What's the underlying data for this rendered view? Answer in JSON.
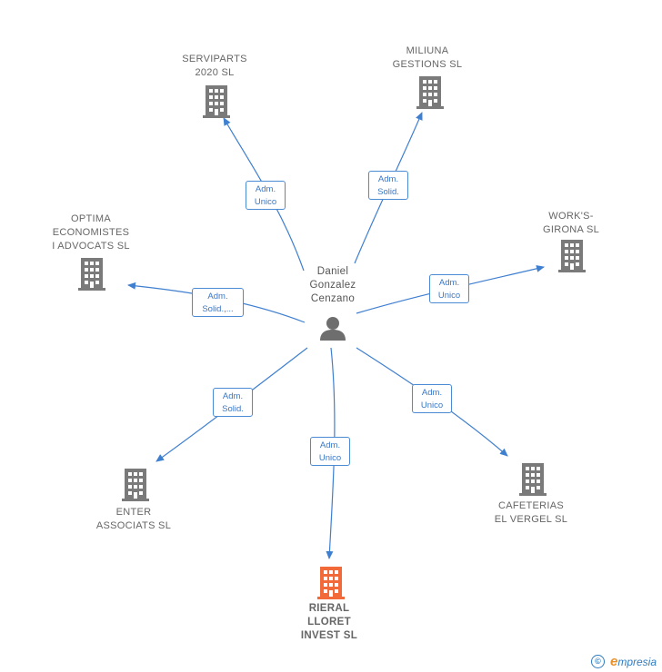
{
  "person": {
    "line1": "Daniel",
    "line2": "Gonzalez",
    "line3": "Cenzano",
    "icon": "person-icon"
  },
  "companies": [
    {
      "line1": "SERVIPARTS",
      "line2": "2020 SL",
      "line3": "",
      "icon": "building-icon",
      "color": "#7a7a7a"
    },
    {
      "line1": "MILIUNA",
      "line2": "GESTIONS SL",
      "line3": "",
      "icon": "building-icon",
      "color": "#7a7a7a"
    },
    {
      "line1": "OPTIMA",
      "line2": "ECONOMISTES",
      "line3": "I ADVOCATS SL",
      "icon": "building-icon",
      "color": "#7a7a7a"
    },
    {
      "line1": "WORK'S-",
      "line2": "GIRONA SL",
      "line3": "",
      "icon": "building-icon",
      "color": "#7a7a7a"
    },
    {
      "line1": "ENTER",
      "line2": "ASSOCIATS SL",
      "line3": "",
      "icon": "building-icon",
      "color": "#7a7a7a"
    },
    {
      "line1": "CAFETERIAS",
      "line2": "EL VERGEL  SL",
      "line3": "",
      "icon": "building-icon",
      "color": "#7a7a7a"
    },
    {
      "line1": "RIERAL",
      "line2": "LLORET",
      "line3": "INVEST  SL",
      "icon": "building-icon",
      "color": "#f26a3a"
    }
  ],
  "roles": [
    {
      "line1": "Adm.",
      "line2": "Unico"
    },
    {
      "line1": "Adm.",
      "line2": "Solid."
    },
    {
      "line1": "Adm.",
      "line2": "Solid.,..."
    },
    {
      "line1": "Adm.",
      "line2": "Unico"
    },
    {
      "line1": "Adm.",
      "line2": "Solid."
    },
    {
      "line1": "Adm.",
      "line2": "Unico"
    },
    {
      "line1": "Adm.",
      "line2": "Unico"
    }
  ],
  "edge_color": "#3f7fd0",
  "footer": {
    "copyright_symbol": "©",
    "brand_first": "e",
    "brand_rest": "mpresia"
  }
}
